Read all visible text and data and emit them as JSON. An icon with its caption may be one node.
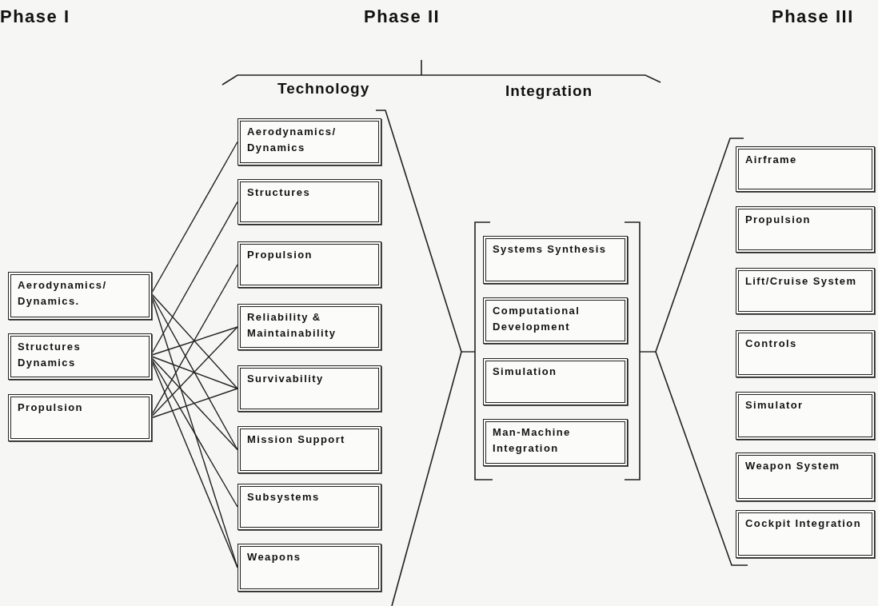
{
  "diagram": {
    "nodes": [
      {
        "text": [
          "Aerodynamics/ Dynamics."
        ]
      },
      {
        "text": [
          "Structures Dynamics"
        ]
      },
      {
        "text": [
          "Propulsion"
        ]
      },
      {
        "text": [
          "Technology"
        ]
      },
      {
        "text": [
          "Aerodynamics/ Dynamics"
        ],
        "in": 3
      },
      {
        "text": [
          "Structures"
        ],
        "in": 3
      },
      {
        "text": [
          "Propulsion"
        ],
        "in": 3
      },
      {
        "text": [
          "Reliability & Maintainability"
        ],
        "in": 3
      },
      {
        "text": [
          "Survivability"
        ],
        "in": 3
      },
      {
        "text": [
          "Mission Support"
        ],
        "in": 3
      },
      {
        "text": [
          "Subsystems"
        ],
        "in": 3
      },
      {
        "text": [
          "Weapons"
        ],
        "in": 3
      },
      {
        "text": [
          "Integration"
        ]
      },
      {
        "text": [
          "Systems Synthesis"
        ],
        "in": 12
      },
      {
        "text": [
          "Computational Development"
        ],
        "in": 12
      },
      {
        "text": [
          "Simulation"
        ],
        "in": 12
      },
      {
        "text": [
          "Man-Machine Integration"
        ],
        "in": 12
      },
      {
        "text": [],
        "shape": "bracket"
      },
      {
        "text": [
          "Airframe"
        ],
        "in": 17
      },
      {
        "text": [
          "Propulsion"
        ],
        "in": 17
      },
      {
        "text": [
          "Lift/Cruise System"
        ],
        "in": 17
      },
      {
        "text": [
          "Controls"
        ],
        "in": 17
      },
      {
        "text": [
          "Simulator"
        ],
        "in": 17
      },
      {
        "text": [
          "Weapon System"
        ],
        "in": 17
      },
      {
        "text": [
          "Cockpit Integration"
        ],
        "in": 17
      }
    ],
    "edges": [
      {
        "from": 0,
        "to": 4,
        "arrow": "none"
      },
      {
        "from": 0,
        "to": 8,
        "arrow": "none"
      },
      {
        "from": 0,
        "to": 9,
        "arrow": "none"
      },
      {
        "from": 0,
        "to": 11,
        "arrow": "none"
      },
      {
        "from": 1,
        "to": 5,
        "arrow": "none"
      },
      {
        "from": 1,
        "to": 7,
        "arrow": "none"
      },
      {
        "from": 1,
        "to": 8,
        "arrow": "none"
      },
      {
        "from": 1,
        "to": 9,
        "arrow": "none"
      },
      {
        "from": 1,
        "to": 10,
        "arrow": "none"
      },
      {
        "from": 1,
        "to": 11,
        "arrow": "none"
      },
      {
        "from": 2,
        "to": 6,
        "arrow": "none"
      },
      {
        "from": 2,
        "to": 7,
        "arrow": "none"
      },
      {
        "from": 2,
        "to": 8,
        "arrow": "none"
      },
      {
        "from": 3,
        "to": 12,
        "arrow": "none"
      },
      {
        "from": 12,
        "to": 17,
        "arrow": "none"
      }
    ],
    "labels": [
      "Phase I",
      "Phase II",
      "Phase III"
    ]
  }
}
